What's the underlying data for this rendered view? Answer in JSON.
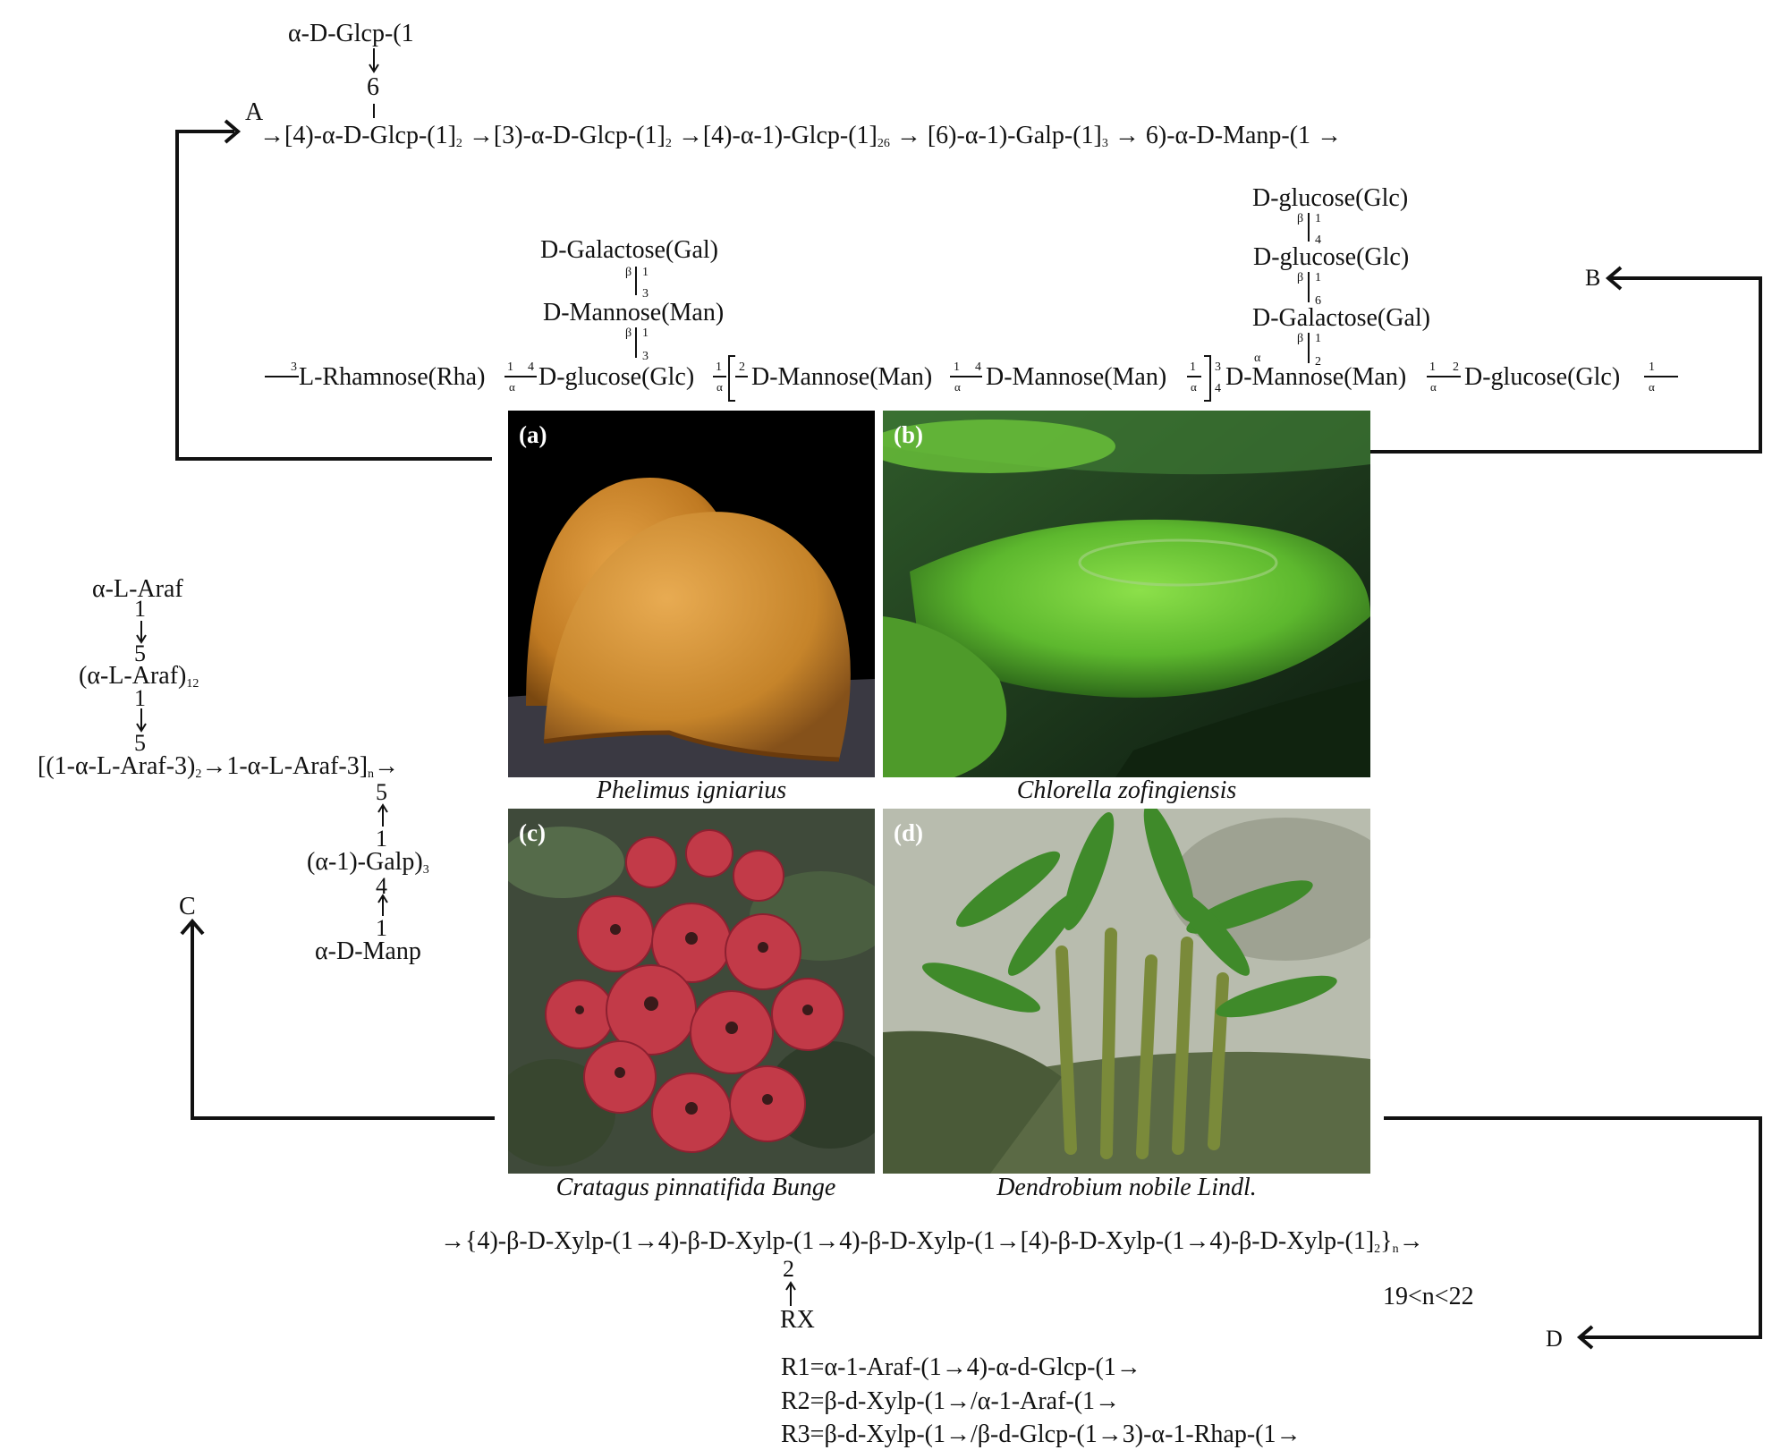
{
  "panels": [
    {
      "label": "(a)",
      "caption": "Phelimus igniarius",
      "photo": "bracket-fungus-photo"
    },
    {
      "label": "(b)",
      "caption": "Chlorella zofingiensis",
      "photo": "green-algae-photo"
    },
    {
      "label": "(c)",
      "caption": "Cratagus pinnatifida Bunge",
      "photo": "hawthorn-berries-photo"
    },
    {
      "label": "(d)",
      "caption": "Dendrobium nobile Lindl.",
      "photo": "orchid-plant-photo"
    }
  ],
  "structure_a": {
    "marker": "A",
    "branch_top": "α-D-Glcp-(1",
    "branch_pos": "6",
    "chain": [
      "→[4)-α-D-Glcp-(1]",
      "2",
      "→[3)-α-D-Glcp-(1]",
      "2",
      "→[4)-α-1)-Glcp-(1]",
      "26",
      "→ [6)-α-1)-Galp-(1]",
      "3",
      "→ 6)-α-D-Manp-(1 →"
    ]
  },
  "structure_b": {
    "marker": "B",
    "branch1": [
      "D-Galactose(Gal)",
      "D-Mannose(Man)"
    ],
    "branch2": [
      "D-glucose(Glc)",
      "D-glucose(Glc)",
      "D-Galactose(Gal)"
    ],
    "main": [
      "L-Rhamnose(Rha)",
      "D-glucose(Glc)",
      "D-Mannose(Man)",
      "D-Mannose(Man)",
      "D-Mannose(Man)",
      "D-glucose(Glc)"
    ],
    "link_numbers": [
      "3",
      "1",
      "4",
      "1",
      "2",
      "1",
      "4",
      "1",
      "3",
      "4",
      "1",
      "2",
      "1",
      "1",
      "3",
      "1",
      "3",
      "1",
      "4",
      "1",
      "6",
      "1",
      "2"
    ],
    "anomer_labels": [
      "α",
      "β"
    ]
  },
  "structure_c": {
    "marker": "C",
    "lines": [
      "α-L-Araf",
      "1",
      "5",
      "(α-L-Araf)",
      "12",
      "1",
      "5",
      "[(1-α-L-Araf-3)",
      "2",
      "1-α-L-Araf-3]",
      "n",
      "5",
      "1",
      "(α-1)-Galp)",
      "3",
      "4",
      "1",
      "α-D-Manp"
    ]
  },
  "structure_d": {
    "marker": "D",
    "chain": "→{4)-β-D-Xylp-(1→4)-β-D-Xylp-(1→4)-β-D-Xylp-(1→[4)-β-D-Xylp-(1→4)-β-D-Xylp-(1]",
    "chain_sub": "2",
    "chain_close": "}",
    "chain_n": "n",
    "chain_end": "→",
    "branch_pos": "2",
    "branch": "RX",
    "range": "19<n<22",
    "r_groups": [
      "R1=α-1-Araf-(1→4)-α-d-Glcp-(1→",
      "R2=β-d-Xylp-(1→/α-1-Araf-(1→",
      "R3=β-d-Xylp-(1→/β-d-Glcp-(1→3)-α-1-Rhap-(1→"
    ]
  }
}
